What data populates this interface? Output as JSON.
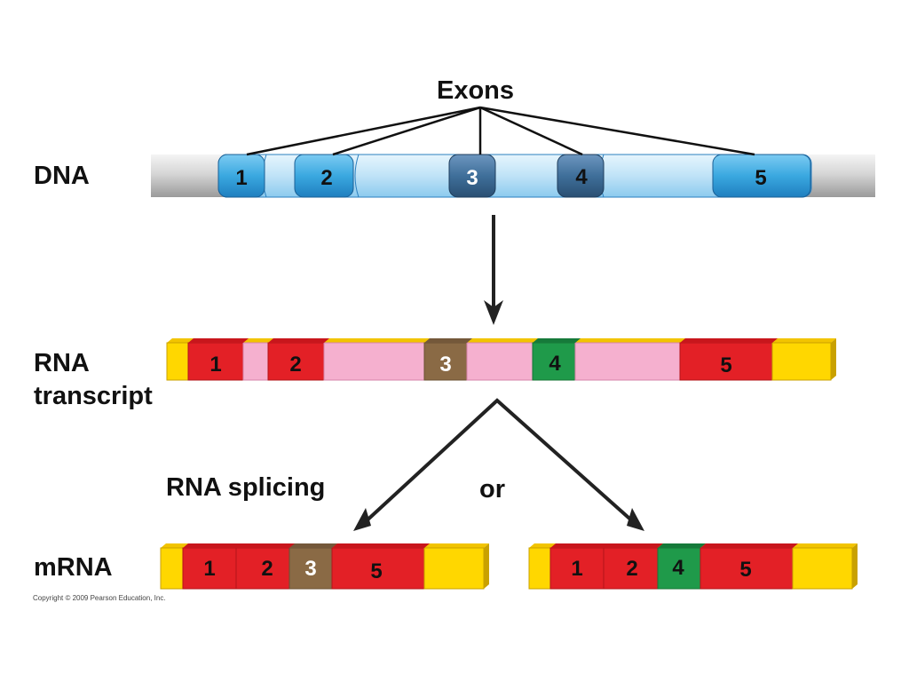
{
  "labels": {
    "exons": "Exons",
    "dna": "DNA",
    "rna_line1": "RNA",
    "rna_line2": "transcript",
    "splicing": "RNA splicing",
    "or": "or",
    "mrna": "mRNA",
    "copyright": "Copyright © 2009 Pearson Education, Inc."
  },
  "dna_exons": [
    "1",
    "2",
    "3",
    "4",
    "5"
  ],
  "rna_exons": [
    "1",
    "2",
    "3",
    "4",
    "5"
  ],
  "mrna_left_exons": [
    "1",
    "2",
    "3",
    "5"
  ],
  "mrna_right_exons": [
    "1",
    "2",
    "4",
    "5"
  ],
  "colors": {
    "exon_red": "#e32026",
    "exon3_brown": "#8a6a45",
    "exon4_green": "#1f9a4a",
    "intron_pink": "#f5b0cf",
    "utr_yellow": "#ffd700",
    "dna_light_blue": "#bfe3f7",
    "dna_exon_blue": "#3aa8e0",
    "dna_exon_dark": "#3f6f9a"
  }
}
